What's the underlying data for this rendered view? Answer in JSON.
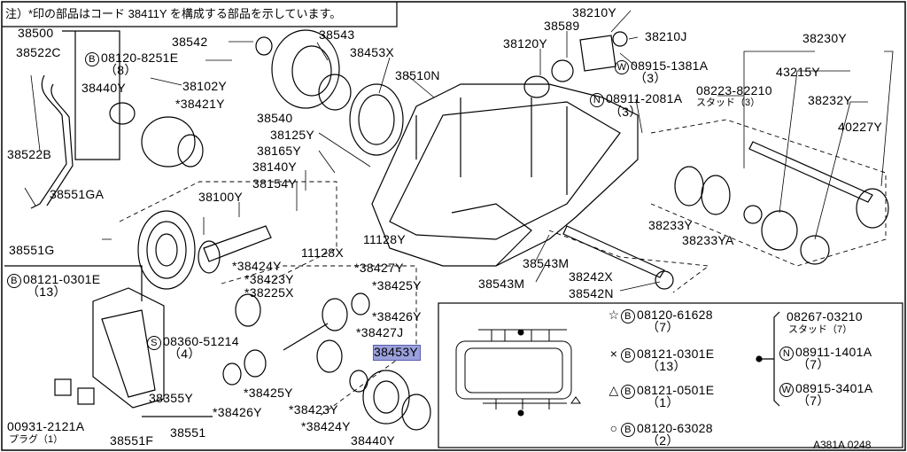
{
  "note": "注）*印の部品はコード 38411Y を構成する部品を示しています。",
  "diagram_code": "A381A 0248",
  "labels": {
    "p38500": "38500",
    "p38522C": "38522C",
    "p08120_8251E": "08120-8251E",
    "q8": "（8）",
    "p38440Y_a": "38440Y",
    "p38102Y": "38102Y",
    "p38421Y": "*38421Y",
    "p38542": "38542",
    "p38543": "38543",
    "p38453X": "38453X",
    "p38510N": "38510N",
    "p38540": "38540",
    "p38125Y": "38125Y",
    "p38165Y": "38165Y",
    "p38140Y": "38140Y",
    "p38154Y": "38154Y",
    "p38522B": "38522B",
    "p38551GA": "38551GA",
    "p38100Y": "38100Y",
    "p11128Y": "11128Y",
    "p11128X": "11128X",
    "p38551G": "38551G",
    "p08121_0301E_a": "08121-0301E",
    "q13a": "（13）",
    "p38424Y_a": "*38424Y",
    "p38423Y_a": "*38423Y",
    "p38225X": "*38225X",
    "p38427Y": "*38427Y",
    "p38425Y_a": "*38425Y",
    "p38426Y_a": "*38426Y",
    "p38427J": "*38427J",
    "p38453Y": "38453Y",
    "p08360_51214": "08360-51214",
    "q4": "（4）",
    "p38355Y": "38355Y",
    "p38425Y_b": "*38425Y",
    "p38426Y_b": "*38426Y",
    "p38423Y_b": "*38423Y",
    "p38424Y_b": "*38424Y",
    "p38440Y_b": "38440Y",
    "p00931_2121A": "00931-2121A",
    "plug1": "プラグ（1）",
    "p38551F": "38551F",
    "p38551": "38551",
    "p38210Y": "38210Y",
    "p38210J": "38210J",
    "p38589": "38589",
    "p38120Y": "38120Y",
    "p08915_1381A": "08915-1381A",
    "q3a": "（3）",
    "p08911_2081A": "08911-2081A",
    "q3b": "（3）",
    "p38230Y": "38230Y",
    "p43215Y": "43215Y",
    "p08223_82210": "08223-82210",
    "stud3": "スタッド（3）",
    "p38232Y": "38232Y",
    "p40227Y": "40227Y",
    "p38233Y": "38233Y",
    "p38233YA": "38233YA",
    "p38543M_a": "38543M",
    "p38543M_b": "38543M",
    "p38242X": "38242X",
    "p38542N": "38542N"
  },
  "legend": {
    "star_sym": "☆",
    "star_part": "08120-61628",
    "star_qty": "（7）",
    "x_sym": "×",
    "x_part": "08121-0301E",
    "x_qty": "（13）",
    "tri_sym": "△",
    "tri_part": "08121-0501E",
    "tri_qty": "（1）",
    "o_sym": "○",
    "o_part": "08120-63028",
    "o_qty": "（2）",
    "dot_a_part": "08267-03210",
    "dot_a_sub": "スタッド（7）",
    "dot_b_part": "08911-1401A",
    "dot_b_qty": "（7）",
    "dot_c_part": "08915-3401A",
    "dot_c_qty": "（7）"
  },
  "prefix": {
    "B": "B",
    "W": "W",
    "N": "N",
    "S": "S"
  },
  "colors": {
    "highlight": "#9aa0dc",
    "line": "#000000"
  }
}
